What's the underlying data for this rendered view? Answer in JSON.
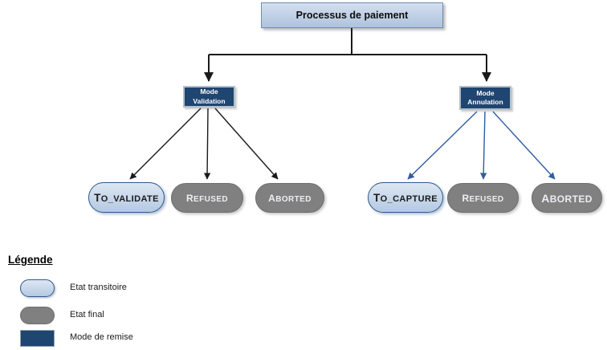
{
  "colors": {
    "root-fill-top": "#d3dfef",
    "root-fill-bottom": "#aec3dd",
    "root-border": "#6f8db4",
    "transitory-fill-top": "#dde7f3",
    "transitory-fill-bottom": "#b4c9e2",
    "transitory-border": "#30588c",
    "final-fill": "#808080",
    "final-border": "#6e6e6e",
    "mode-fill": "#1f4571",
    "mode-border": "#b7bec6",
    "arrow-black": "#1a1a1a",
    "arrow-blue": "#2e5e9e"
  },
  "tree": {
    "root": {
      "label": "Processus de paiement"
    },
    "left": {
      "mode": {
        "line1": "Mode",
        "line2": "Validation"
      },
      "states": [
        {
          "label": "TO_VALIDATE",
          "type": "transitory"
        },
        {
          "label": "REFUSED",
          "type": "final"
        },
        {
          "label": "ABORTED",
          "type": "final"
        }
      ]
    },
    "right": {
      "mode": {
        "line1": "Mode",
        "line2": "Annulation"
      },
      "states": [
        {
          "label": "TO_CAPTURE",
          "type": "transitory"
        },
        {
          "label": "REFUSED",
          "type": "final"
        },
        {
          "label": "ABORTED",
          "type": "final"
        }
      ]
    }
  },
  "legend": {
    "title": "Légende",
    "items": [
      {
        "swatch": "transitory-pill",
        "label": "Etat transitoire"
      },
      {
        "swatch": "final-pill",
        "label": "Etat final"
      },
      {
        "swatch": "mode-rect",
        "label": "Mode de remise"
      }
    ]
  }
}
